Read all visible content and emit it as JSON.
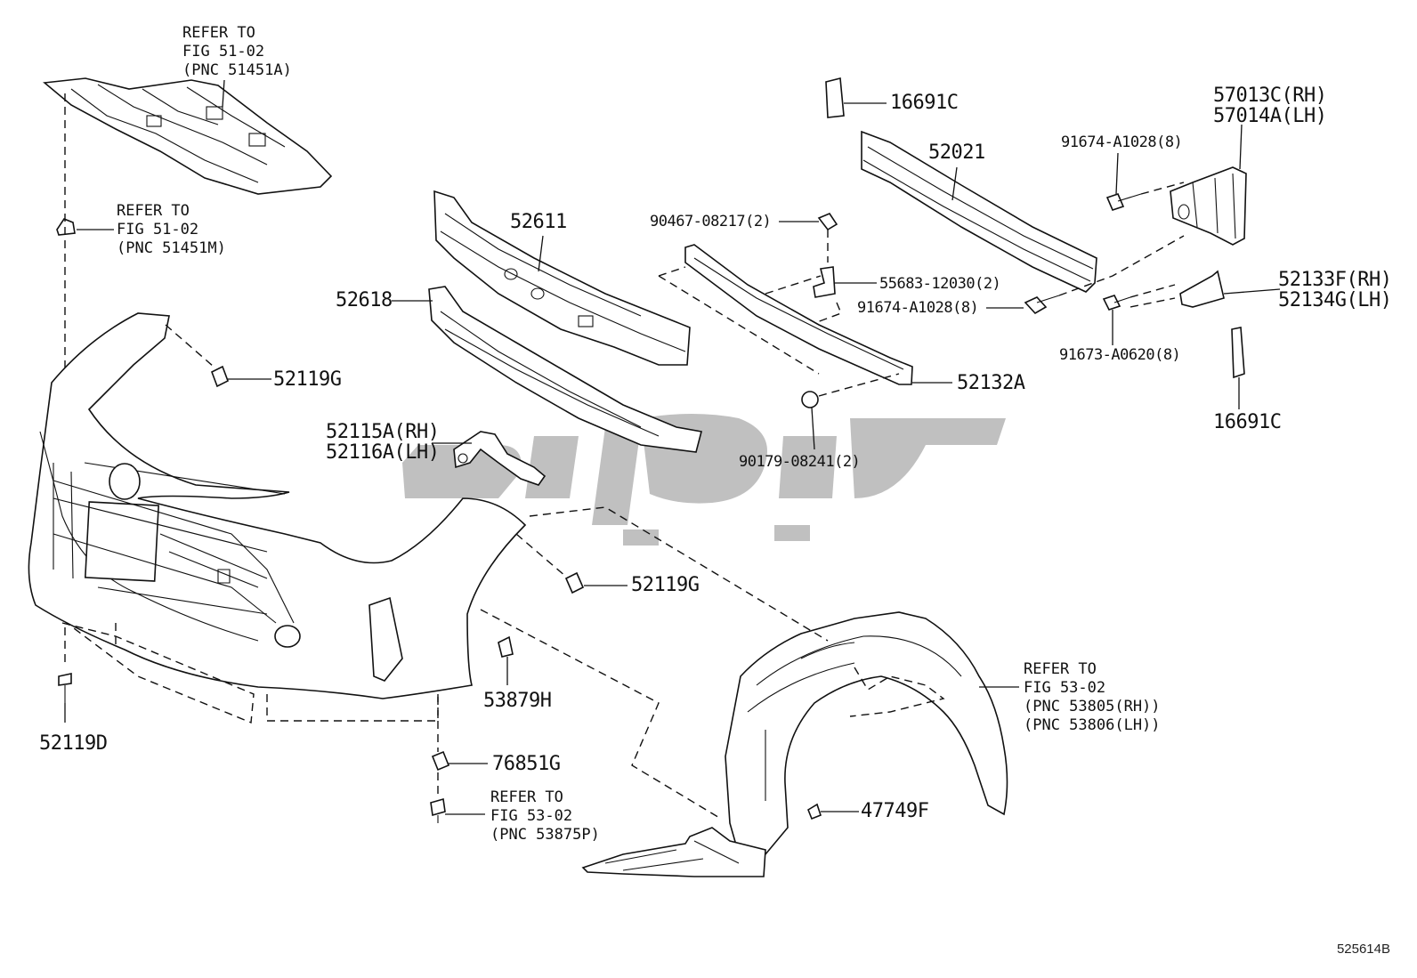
{
  "labels": {
    "p16691c_top": "16691C",
    "p57013c": "57013C(RH)",
    "p57014a": "57014A(LH)",
    "p91674_top": "91674-A1028(8)",
    "p52021": "52021",
    "p52611": "52611",
    "p90467": "90467-08217(2)",
    "p55683": "55683-12030(2)",
    "p91674_mid": "91674-A1028(8)",
    "p52133f": "52133F(RH)",
    "p52134g": "52134G(LH)",
    "p52618": "52618",
    "p91673": "91673-A0620(8)",
    "p52119g_top": "52119G",
    "p52132a": "52132A",
    "p16691c_bottom": "16691C",
    "p52115a": "52115A(RH)",
    "p52116a": "52116A(LH)",
    "p90179": "90179-08241(2)",
    "p52119g_mid": "52119G",
    "p53879h": "53879H",
    "p52119d": "52119D",
    "p76851g": "76851G",
    "p47749f": "47749F"
  },
  "refs": {
    "top": {
      "line1": "REFER TO",
      "line2": "FIG 51-02",
      "line3": "(PNC 51451A)"
    },
    "left": {
      "line1": "REFER TO",
      "line2": "FIG 51-02",
      "line3": "(PNC 51451M)"
    },
    "right": {
      "line1": "REFER TO",
      "line2": "FIG 53-02",
      "line3": "(PNC 53805(RH))",
      "line4": "(PNC 53806(LH))"
    },
    "bottom": {
      "line1": "REFER TO",
      "line2": "FIG 53-02",
      "line3": "(PNC 53875P)"
    }
  },
  "diagram_code": "525614B",
  "watermark_color": "#bdbdbd"
}
